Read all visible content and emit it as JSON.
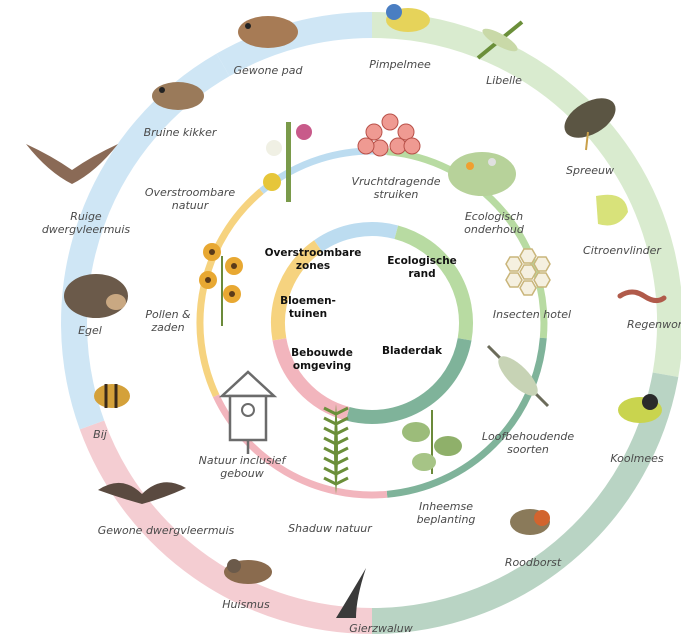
{
  "colors": {
    "blue": "#cfe6f5",
    "green": "#d9ebcf",
    "teal": "#b9d4c4",
    "pink": "#f4cdd2",
    "yellow": "#f7dca0",
    "mid_blue": "#bcdcf0",
    "mid_green": "#b8dba2",
    "mid_teal": "#7fb39a",
    "mid_pink": "#f2b5bd",
    "mid_yellow": "#f6d37f"
  },
  "outer_ring": {
    "labels": [
      "Gewone pad",
      "Pimpelmee",
      "Libelle",
      "Spreeuw",
      "Citroenvlinder",
      "Regenworm",
      "Koolmees",
      "Roodborst",
      "Gierzwaluw",
      "Huismus",
      "Gewone dwergvleermuis",
      "Bij",
      "Egel",
      "Ruige dwergvleermuis",
      "Bruine kikker"
    ]
  },
  "middle_ring": {
    "labels": [
      "Overstroombare natuur",
      "Vruchtdragende struiken",
      "Ecologisch onderhoud",
      "Insecten hotel",
      "Loofbehoudende soorten",
      "Inheemse beplanting",
      "Shaduw natuur",
      "Natuur inclusief gebouw",
      "Pollen & zaden"
    ]
  },
  "core": {
    "labels": [
      "Overstroombare zones",
      "Ecologische rand",
      "Bladerdak",
      "Bebouwde omgeving",
      "Bloemen-tuinen"
    ]
  },
  "icons": [
    "toad-icon",
    "blue-tit-icon",
    "dragonfly-icon",
    "starling-icon",
    "butterfly-icon",
    "earthworm-icon",
    "great-tit-icon",
    "robin-icon",
    "swift-icon",
    "sparrow-icon",
    "bat-icon",
    "bee-icon",
    "hedgehog-icon",
    "bat-icon",
    "frog-icon",
    "wild-flowers-icon",
    "berries-icon",
    "meadow-plants-icon",
    "insect-hotel-icon",
    "conifer-branch-icon",
    "native-plant-icon",
    "fern-icon",
    "birdhouse-icon",
    "sunflowers-icon"
  ]
}
